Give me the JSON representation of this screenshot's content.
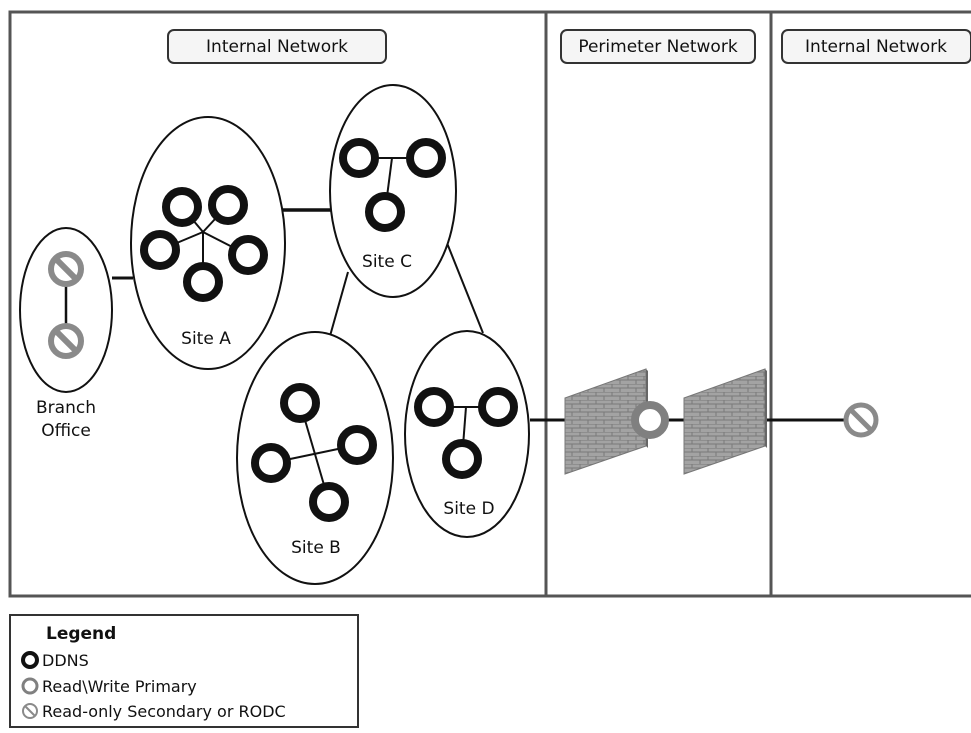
{
  "zones": {
    "internal_left": "Internal Network",
    "perimeter": "Perimeter Network",
    "internal_right": "Internal Network"
  },
  "sites": {
    "branch_line1": "Branch",
    "branch_line2": "Office",
    "site_a": "Site A",
    "site_b": "Site B",
    "site_c": "Site C",
    "site_d": "Site D"
  },
  "legend": {
    "title": "Legend",
    "ddns": "DDNS",
    "rw_primary": "Read\\Write Primary",
    "ro_secondary": "Read-only Secondary or RODC"
  },
  "icons": {
    "ddns": "ddns-server-icon",
    "rw_primary": "read-write-primary-icon",
    "ro_secondary": "read-only-rodc-icon",
    "firewall": "firewall-icon"
  },
  "colors": {
    "ddns": "#111111",
    "rw_primary": "#808080",
    "ro_secondary": "#8a8a8a",
    "firewall": "#9c9c9c",
    "border": "#555555"
  }
}
